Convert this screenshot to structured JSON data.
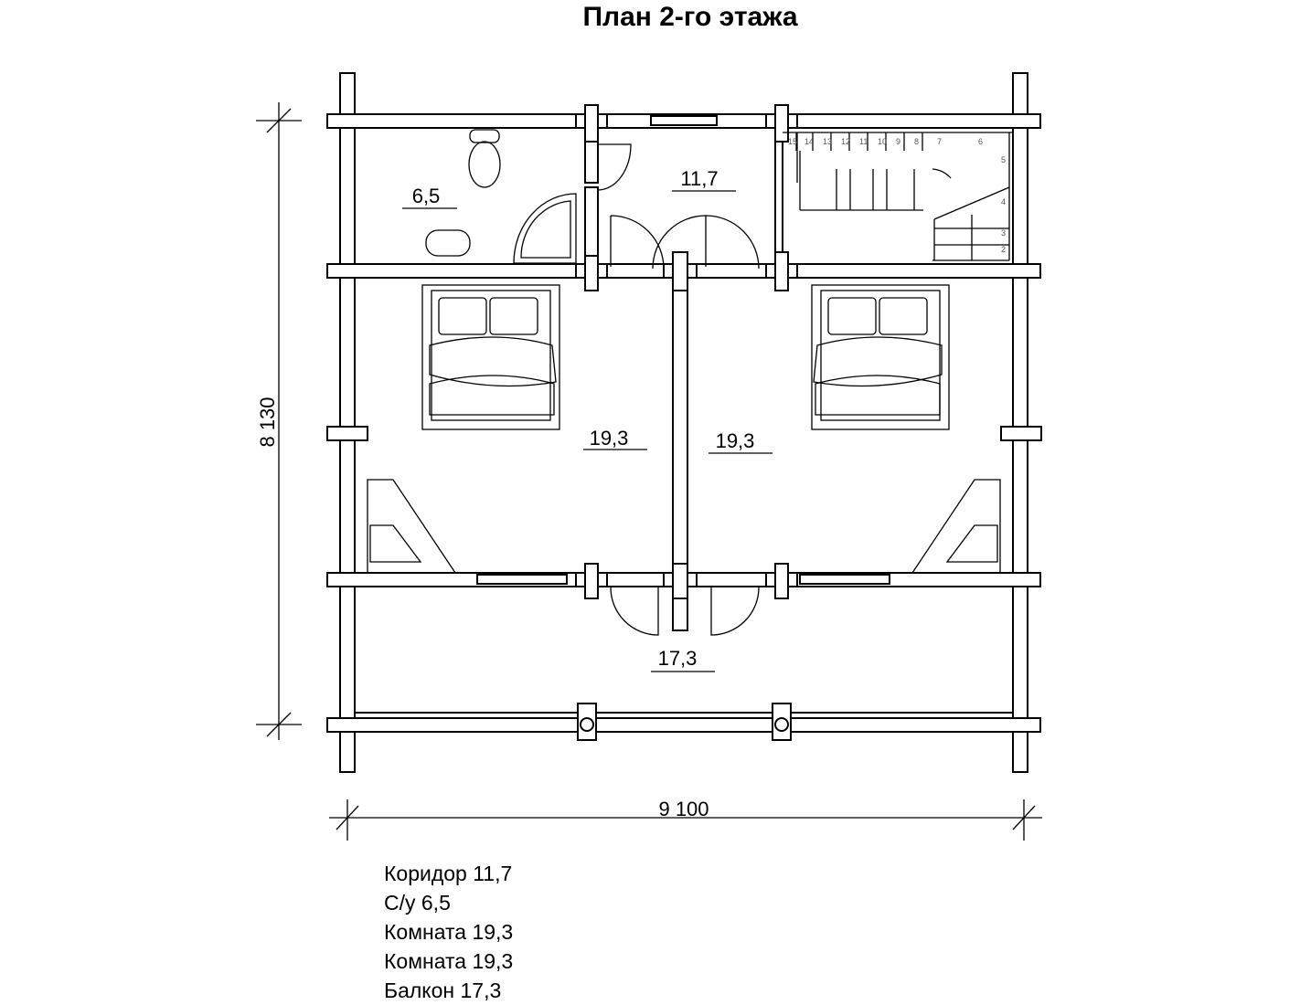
{
  "title": "План 2-го этажа",
  "rooms": {
    "bathroom": "6,5",
    "corridor": "11,7",
    "room_left": "19,3",
    "room_right": "19,3",
    "balcony": "17,3"
  },
  "dimensions": {
    "height": "8 130",
    "width": "9 100"
  },
  "stair_steps": [
    "15",
    "14",
    "13",
    "12",
    "11",
    "10",
    "9",
    "8",
    "7",
    "6",
    "5",
    "4",
    "3",
    "2"
  ],
  "legend": [
    "Коридор 11,7",
    "С/у 6,5",
    "Комната 19,3",
    "Комната 19,3",
    "Балкон 17,3"
  ]
}
